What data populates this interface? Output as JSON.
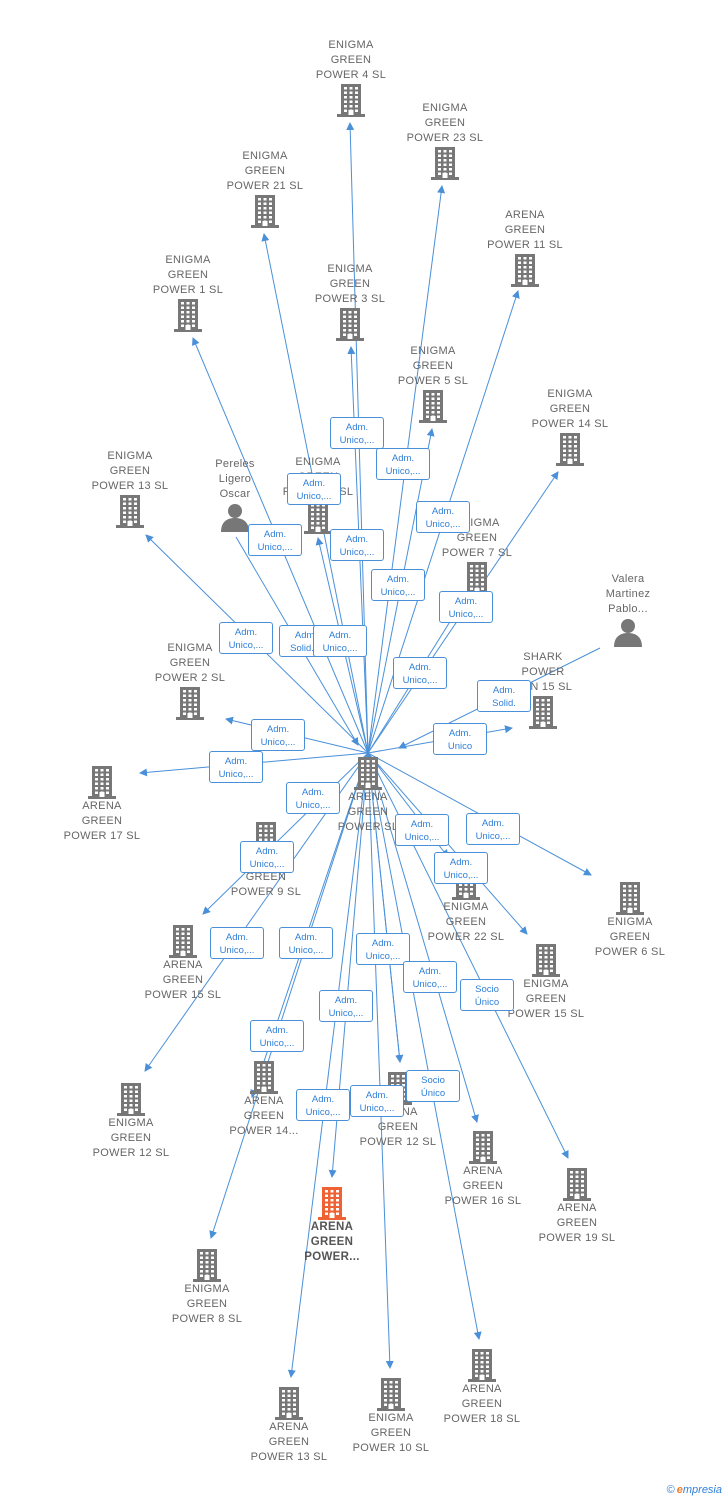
{
  "colors": {
    "edge": "#4a90d9",
    "node": "#777777",
    "highlight": "#ef6234"
  },
  "nodes": {
    "center": {
      "label": "ARENA\nGREEN\nPOWER  SL",
      "type": "company"
    },
    "n1": {
      "label": "ENIGMA\nGREEN\nPOWER 4  SL",
      "type": "company"
    },
    "n2": {
      "label": "ENIGMA\nGREEN\nPOWER 23  SL",
      "type": "company"
    },
    "n3": {
      "label": "ENIGMA\nGREEN\nPOWER 21  SL",
      "type": "company"
    },
    "n4": {
      "label": "ARENA\nGREEN\nPOWER 11  SL",
      "type": "company"
    },
    "n5": {
      "label": "ENIGMA\nGREEN\nPOWER 1  SL",
      "type": "company"
    },
    "n6": {
      "label": "ENIGMA\nGREEN\nPOWER 3  SL",
      "type": "company"
    },
    "n7": {
      "label": "ENIGMA\nGREEN\nPOWER 5  SL",
      "type": "company"
    },
    "n8": {
      "label": "ENIGMA\nGREEN\nPOWER 14  SL",
      "type": "company"
    },
    "n9": {
      "label": "ENIGMA\nGREEN\nPOWER 13  SL",
      "type": "company"
    },
    "n10": {
      "label": "Pereles\nLigero\nOscar",
      "type": "person"
    },
    "n11": {
      "label": "ENIGMA\nGREEN\nPOWER ..  SL",
      "type": "company"
    },
    "n12": {
      "label": "ENIGMA\nGREEN\nPOWER 7  SL",
      "type": "company"
    },
    "n13": {
      "label": "Valera\nMartinez\nPablo...",
      "type": "person"
    },
    "n14": {
      "label": "ENIGMA\nGREEN\nPOWER 2  SL",
      "type": "company"
    },
    "n15": {
      "label": "SHARK\nPOWER\nGEN 15  SL",
      "type": "company"
    },
    "n16": {
      "label": "ARENA\nGREEN\nPOWER 17  SL",
      "type": "company"
    },
    "n17": {
      "label": "ENIGMA\nGREEN\nPOWER 9  SL",
      "type": "company"
    },
    "n18": {
      "label": "ENIGMA\nGREEN\nPOWER 22  SL",
      "type": "company"
    },
    "n19": {
      "label": "ENIGMA\nGREEN\nPOWER 6  SL",
      "type": "company"
    },
    "n20": {
      "label": "ARENA\nGREEN\nPOWER 15  SL",
      "type": "company"
    },
    "n21": {
      "label": "ENIGMA\nGREEN\nPOWER 15  SL",
      "type": "company"
    },
    "n22": {
      "label": "ENIGMA\nGREEN\nPOWER 12  SL",
      "type": "company"
    },
    "n23": {
      "label": "ARENA\nGREEN\nPOWER 14...",
      "type": "company"
    },
    "n24": {
      "label": "ARENA\nGREEN\nPOWER 12  SL",
      "type": "company"
    },
    "n25": {
      "label": "ARENA\nGREEN\nPOWER 16  SL",
      "type": "company"
    },
    "n26": {
      "label": "ARENA\nGREEN\nPOWER...",
      "type": "company",
      "highlight": true
    },
    "n27": {
      "label": "ARENA\nGREEN\nPOWER 19  SL",
      "type": "company"
    },
    "n28": {
      "label": "ENIGMA\nGREEN\nPOWER 8  SL",
      "type": "company"
    },
    "n29": {
      "label": "ARENA\nGREEN\nPOWER 13  SL",
      "type": "company"
    },
    "n30": {
      "label": "ENIGMA\nGREEN\nPOWER 10  SL",
      "type": "company"
    },
    "n31": {
      "label": "ARENA\nGREEN\nPOWER 18  SL",
      "type": "company"
    }
  },
  "edge_labels": {
    "adm_unico": "Adm.\nUnico,...",
    "adm_solid": "Adm.\nSolid.",
    "adm_solid_trunc": "Adm.\nSolid....",
    "adm_unico_plain": "Adm.\nUnico",
    "socio_unico": "Socio\nÚnico"
  },
  "footer": {
    "copyright": "©",
    "brand_initial": "e",
    "brand_rest": "mpresia"
  }
}
